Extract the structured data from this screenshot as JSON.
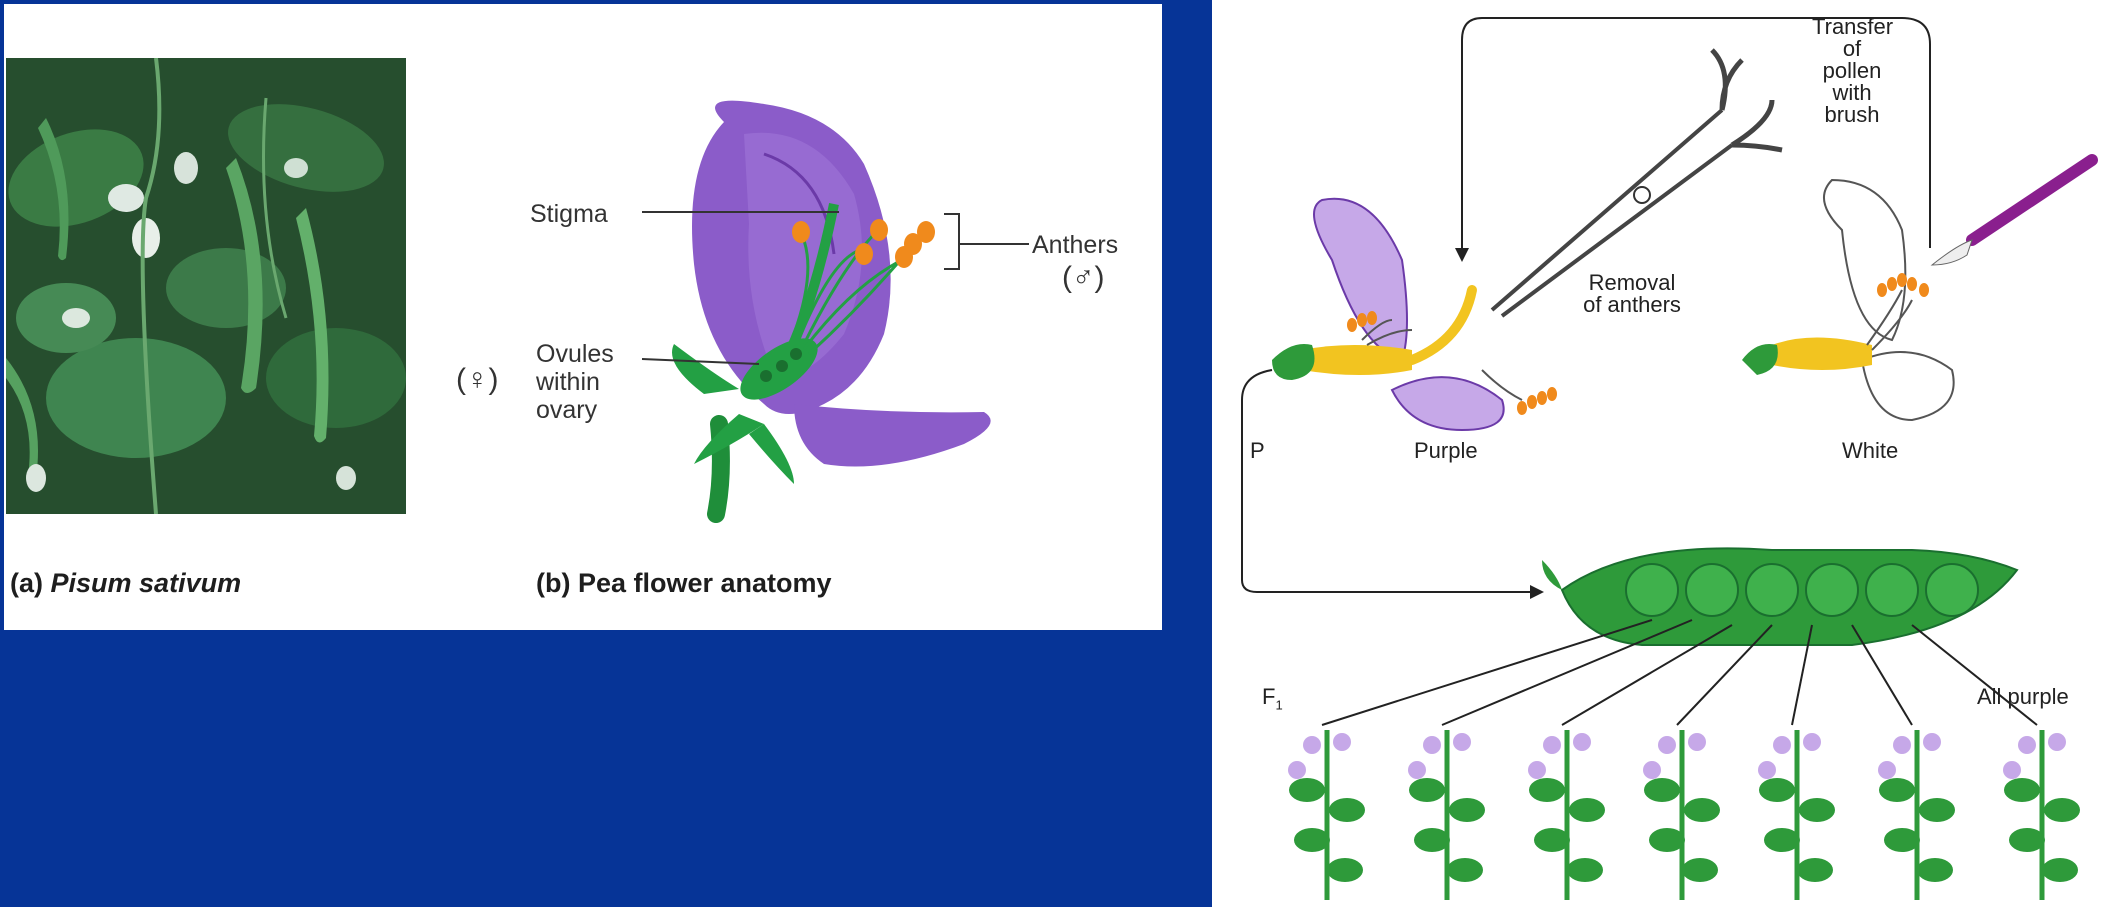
{
  "left_figure": {
    "caption_a_prefix": "(a)",
    "caption_a_name": "Pisum sativum",
    "caption_b": "(b) Pea flower anatomy",
    "labels": {
      "stigma": "Stigma",
      "anthers": "Anthers",
      "male_symbol": "(♂)",
      "female_symbol": "(♀)",
      "ovules": [
        "Ovules",
        "within",
        "ovary"
      ]
    }
  },
  "right_figure": {
    "transfer": [
      "Transfer",
      "of",
      "pollen",
      "with",
      "brush"
    ],
    "removal": [
      "Removal",
      "of anthers"
    ],
    "purple_label": "Purple",
    "white_label": "White",
    "p_label": "P",
    "f1_label": "F",
    "f1_sub": "1",
    "all_purple": "All purple"
  },
  "colors": {
    "background": "#063497",
    "flower_purple": "#8b5cc9",
    "flower_light_purple": "#c6a8e8",
    "plant_green": "#2e9a3a",
    "stamen_orange": "#f08a1c",
    "style_yellow": "#f2c420"
  }
}
